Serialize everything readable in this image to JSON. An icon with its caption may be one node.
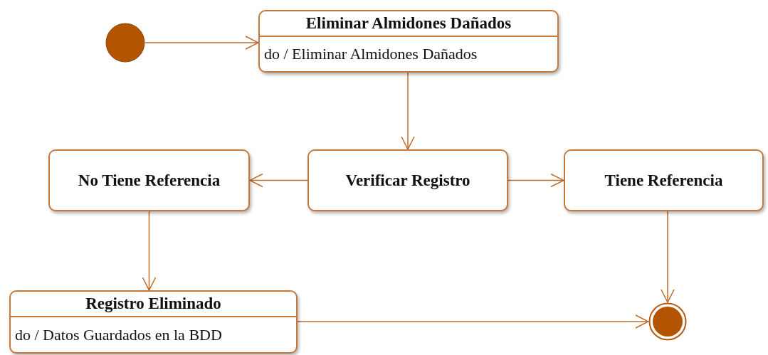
{
  "diagram": {
    "nodes": [
      {
        "text": [],
        "shape": "circle"
      },
      {
        "text": [
          "Eliminar Almidones Dañados",
          "do / Eliminar Almidones Dañados"
        ]
      },
      {
        "text": [
          "Verificar Registro"
        ]
      },
      {
        "text": [
          "No Tiene Referencia"
        ]
      },
      {
        "text": [
          "Tiene Referencia"
        ]
      },
      {
        "text": [
          "Registro Eliminado",
          "do / Datos Guardados en la BDD"
        ]
      },
      {
        "text": [],
        "shape": "circle"
      }
    ],
    "edges": [
      {
        "from": 0,
        "to": 1,
        "arrow": "to"
      },
      {
        "from": 1,
        "to": 2,
        "arrow": "to"
      },
      {
        "from": 2,
        "to": 3,
        "arrow": "to"
      },
      {
        "from": 2,
        "to": 4,
        "arrow": "to"
      },
      {
        "from": 3,
        "to": 5,
        "arrow": "to"
      },
      {
        "from": 4,
        "to": 6,
        "arrow": "to"
      },
      {
        "from": 5,
        "to": 6,
        "arrow": "to"
      }
    ]
  }
}
